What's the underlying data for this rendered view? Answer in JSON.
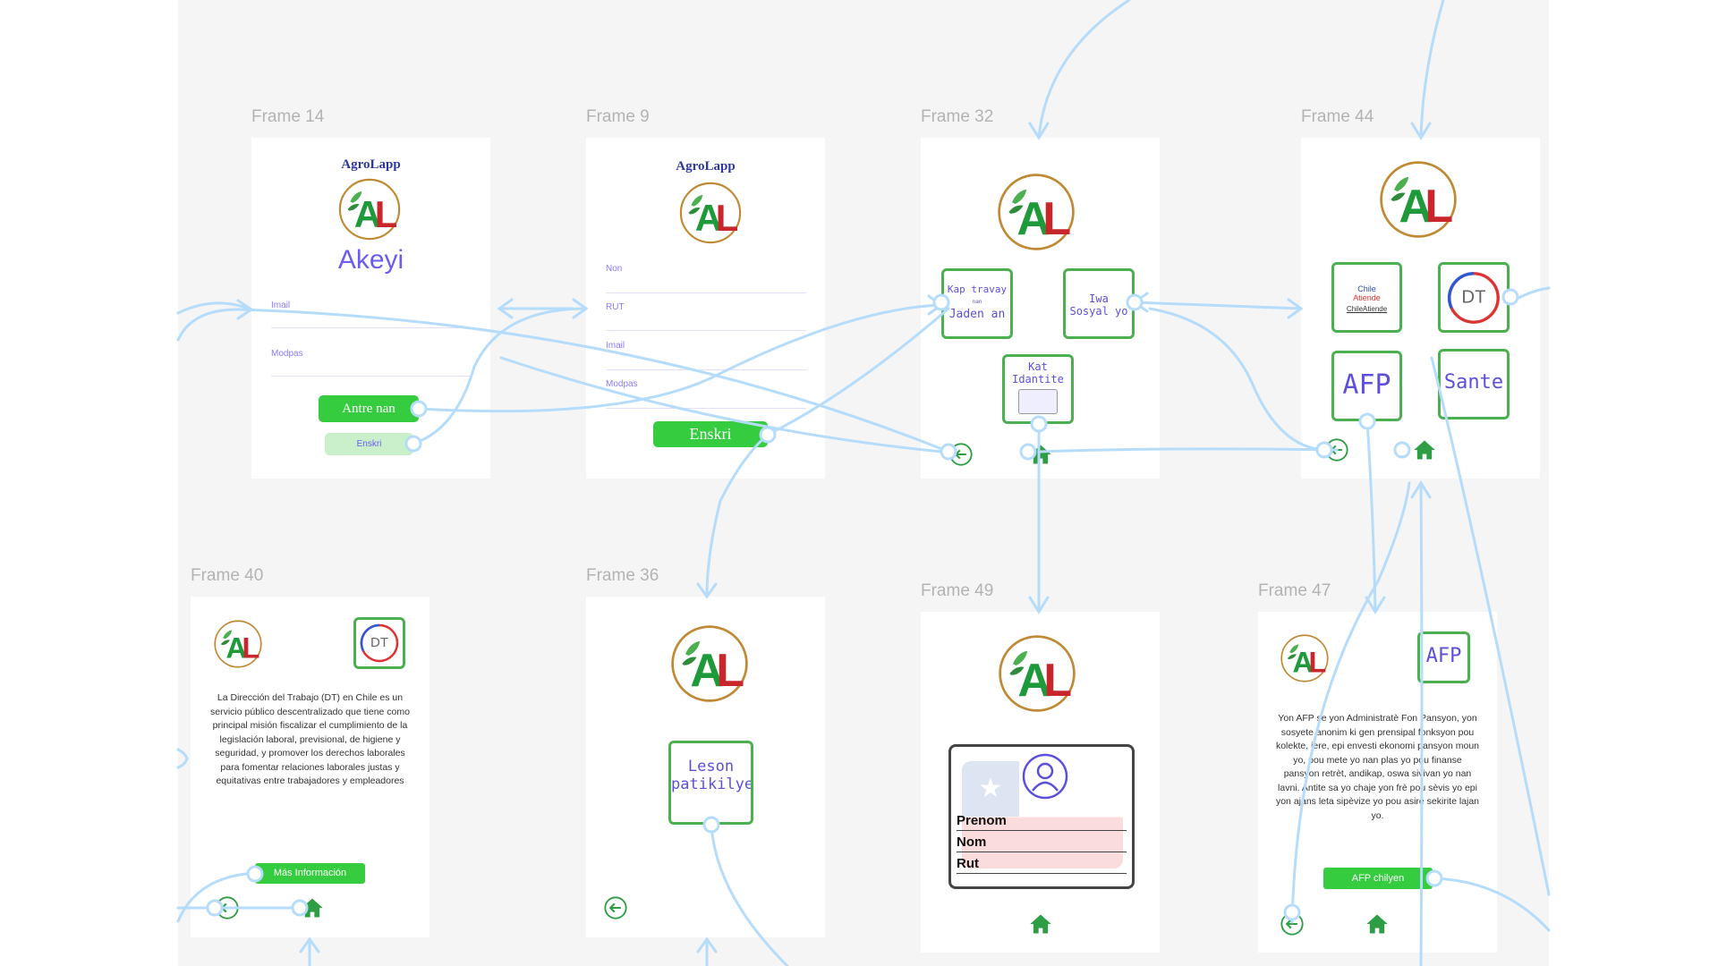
{
  "frames": {
    "f14": {
      "label": "Frame 14",
      "brand": "AgroLapp",
      "title": "Akeyi",
      "fields": [
        "Imail",
        "Modpas"
      ],
      "primary": "Antre nan",
      "secondary": "Enskri"
    },
    "f9": {
      "label": "Frame 9",
      "brand": "AgroLapp",
      "fields": [
        "Non",
        "RUT",
        "Imail",
        "Modpas"
      ],
      "primary": "Enskri"
    },
    "f32": {
      "label": "Frame 32",
      "tiles": [
        "Kap travay",
        "nan",
        "Jaden an",
        "Iwa",
        "Sosyal yo",
        "Kat",
        "Idantite"
      ]
    },
    "f44": {
      "label": "Frame 44",
      "tiles": [
        "Chile",
        "Atiende",
        "ChileAtiende",
        "DT",
        "AFP",
        "Sante"
      ]
    },
    "f40": {
      "label": "Frame 40",
      "badge": "DT",
      "text": "La Dirección del Trabajo (DT) en Chile es un servicio público descentralizado que tiene como principal misión fiscalizar el cumplimiento de la legislación laboral, previsional, de higiene y seguridad, y promover los derechos laborales para fomentar relaciones laborales justas y equitativas entre trabajadores y empleadores",
      "button": "Más Información"
    },
    "f36": {
      "label": "Frame 36",
      "tile": [
        "Leson",
        "patikilye"
      ]
    },
    "f49": {
      "label": "Frame 49",
      "id_fields": [
        "Prenom",
        "Nom",
        "Rut"
      ]
    },
    "f47": {
      "label": "Frame 47",
      "badge": "AFP",
      "text": "Yon AFP se yon Administratè Fon Pansyon, yon sosyete anonim ki gen prensipal fonksyon pou kolekte, jere, epi envesti ekonomi pansyon moun yo, pou mete yo nan plas yo pou finanse pansyon retrèt, andikap, oswa sivivan yo nan lavni. Antite sa yo chaje yon frè pou sèvis yo epi yon ajans leta sipèvize yo pou asire sekirite lajan yo.",
      "button": "AFP chilyen"
    }
  },
  "logo": {
    "letters": "AL"
  },
  "icons": {
    "back": "arrow-left-circle-icon",
    "home": "home-icon"
  },
  "colors": {
    "canvas": "#f5f5f5",
    "link": "#b6dcfb",
    "green": "#35cc3f",
    "purple": "#6b5cf0"
  }
}
